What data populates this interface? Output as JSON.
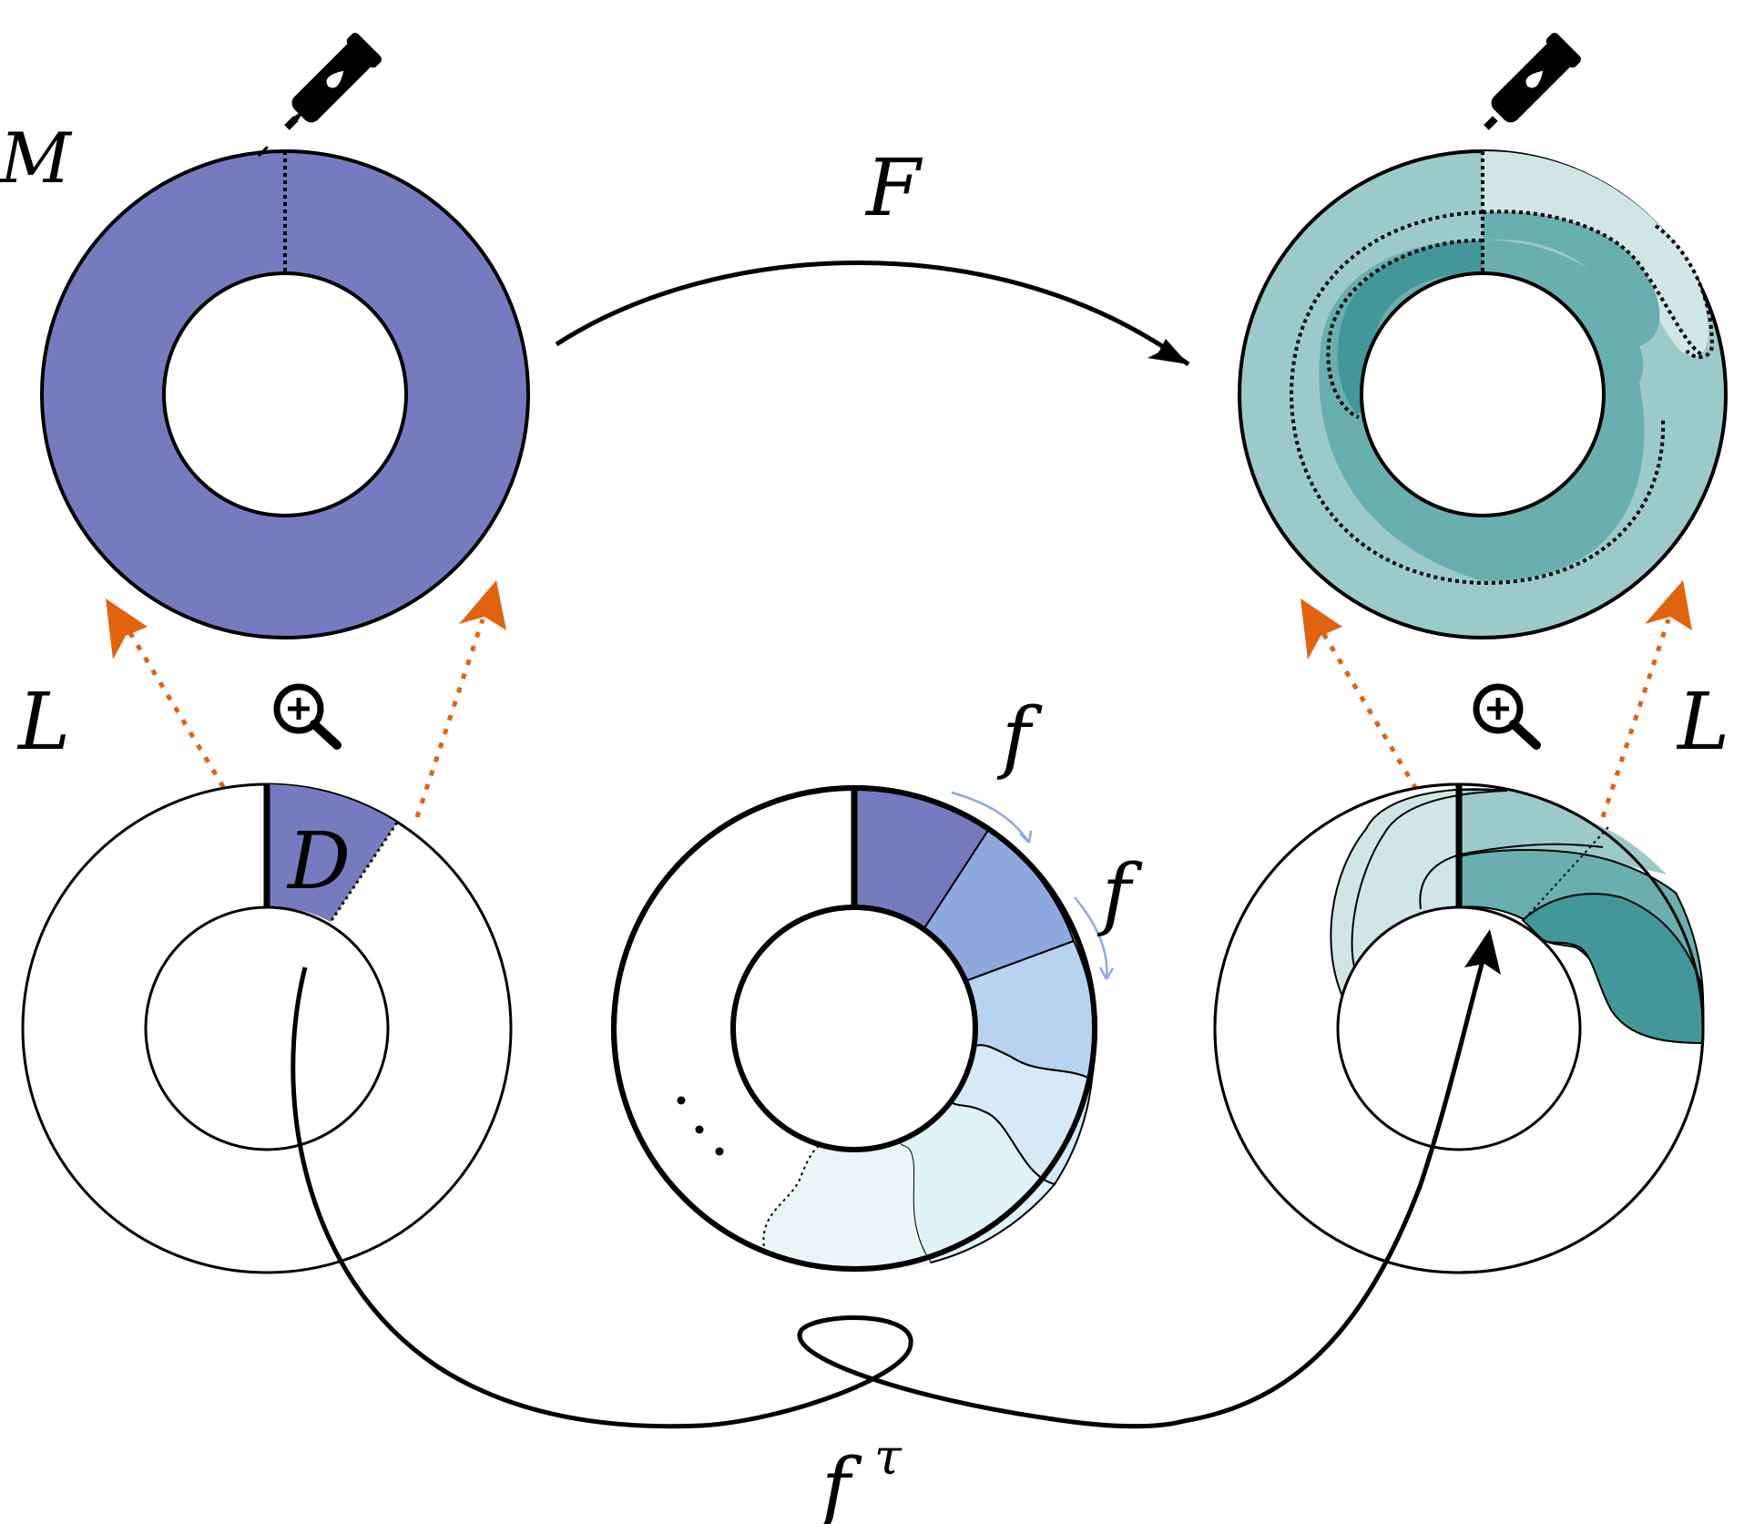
{
  "labels": {
    "M": "M",
    "F": "F",
    "L_left": "L",
    "L_right": "L",
    "D": "D",
    "f_top": "f",
    "f_second": "f",
    "f_tau": "f",
    "f_tau_sup": "τ",
    "ellipsis": "⋮"
  },
  "icons": {
    "pen_left": "ink-dropper-icon",
    "pen_right": "ink-dropper-icon",
    "zoom_left": "zoom-in-icon",
    "zoom_right": "zoom-in-icon"
  },
  "colors": {
    "purple": "#767bbf",
    "orange": "#e0630f",
    "teal_light": "#9ccacb",
    "teal_mid": "#6aafb0",
    "teal_dark": "#43969a",
    "teal_pale": "#cfe6e4",
    "blue_1": "#8fa9de",
    "blue_2": "#b7d3f0",
    "blue_3": "#d6e9f6",
    "blue_4": "#dff2f8",
    "blue_5": "#eaf6f6"
  }
}
